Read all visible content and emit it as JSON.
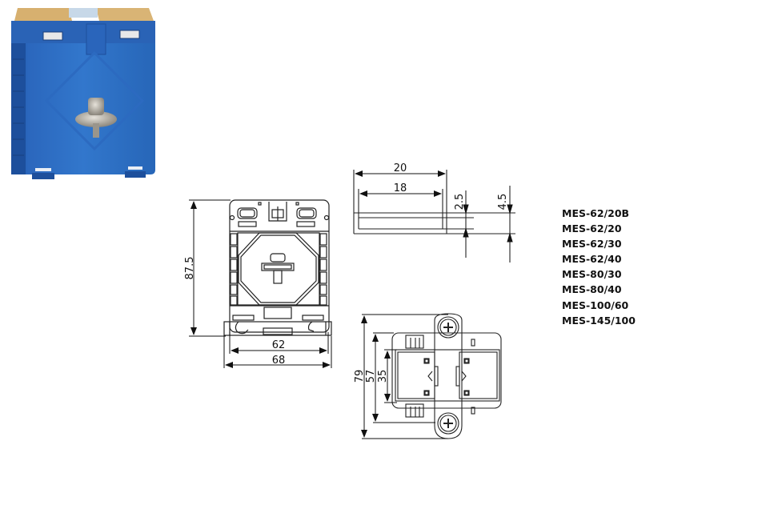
{
  "product_photo": {
    "description": "Blue current transformer with tan top caps and center screw terminal",
    "body_color": "#2f6fc4",
    "cap_color": "#d9b373",
    "terminal_color": "#b8b4ac"
  },
  "front_view": {
    "dimensions": {
      "height": "87.5",
      "inner_width": "62",
      "outer_width": "68"
    }
  },
  "side_view": {
    "dimensions": {
      "outer_length": "20",
      "inner_length": "18",
      "thickness_inner": "2.5",
      "thickness_outer": "4.5"
    }
  },
  "top_view": {
    "dimensions": {
      "overall_height": "79",
      "mid_height": "57",
      "window_height": "35"
    }
  },
  "models": {
    "items": [
      "MES-62/20B",
      "MES-62/20",
      "MES-62/30",
      "MES-62/40",
      "MES-80/30",
      "MES-80/40",
      "MES-100/60",
      "MES-145/100"
    ]
  },
  "colors": {
    "line": "#222222",
    "background": "#ffffff"
  }
}
